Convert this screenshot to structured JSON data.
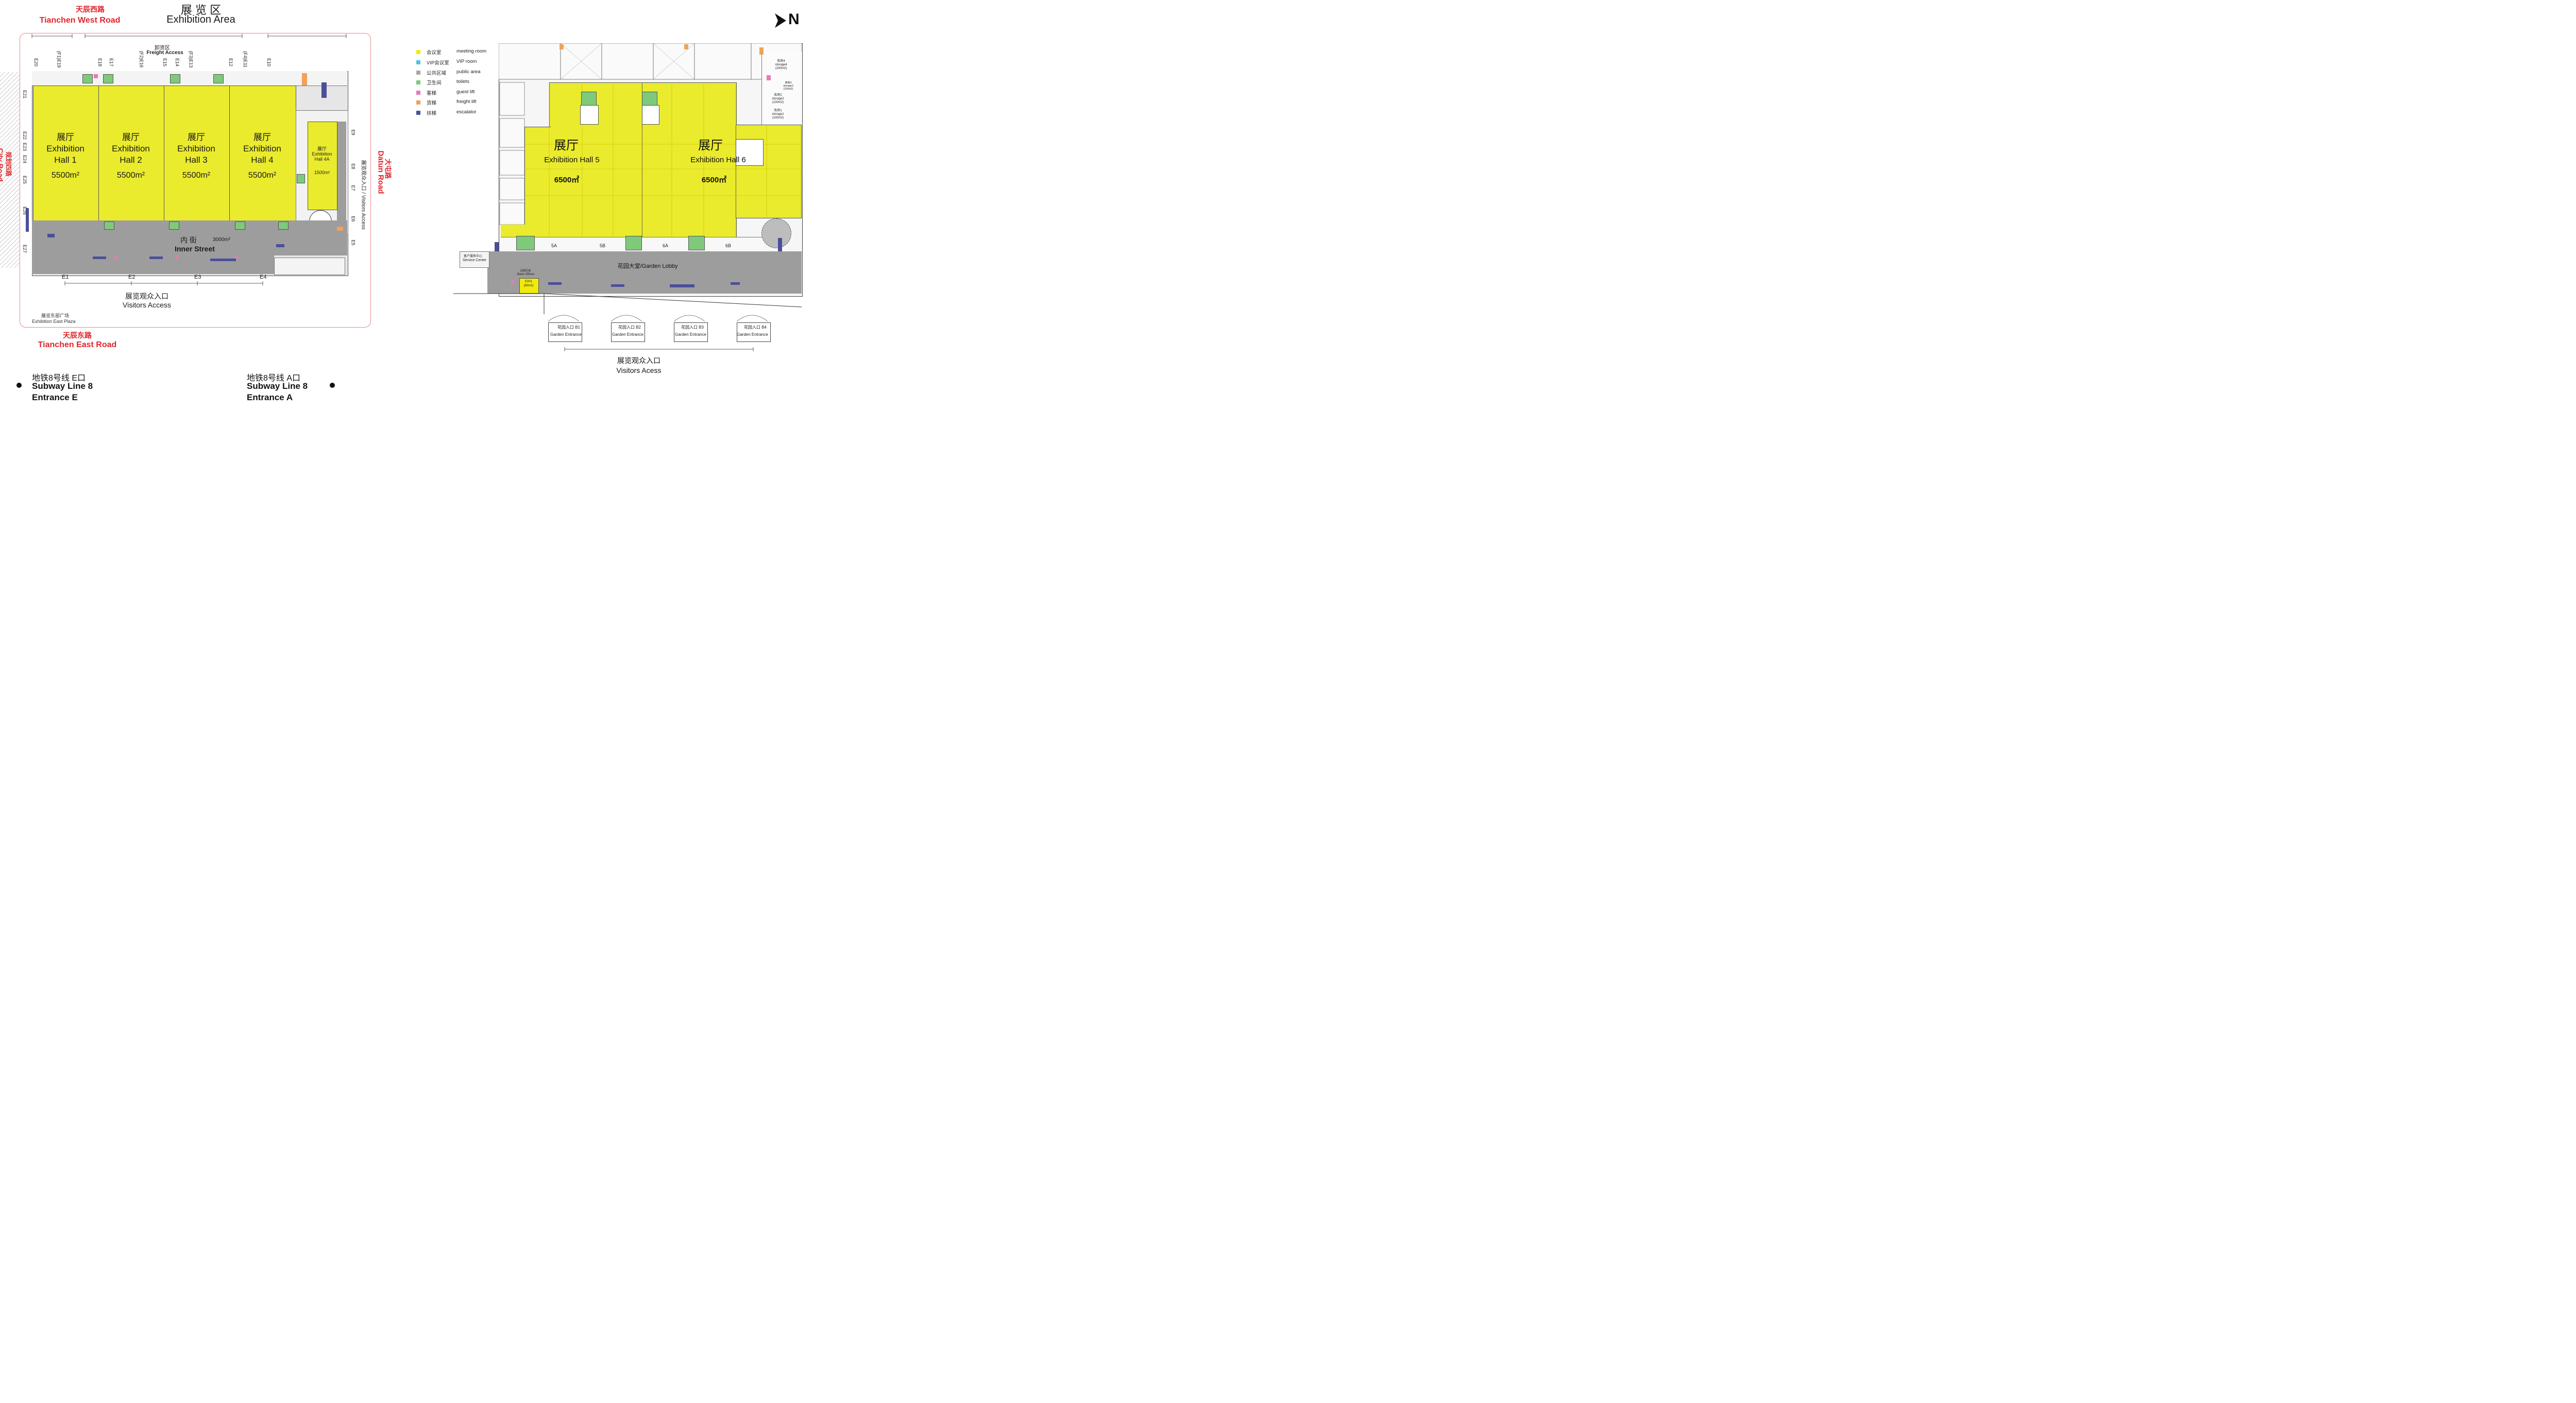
{
  "left_map": {
    "top_road_zh": "天辰西路",
    "top_road_en": "Tianchen West Road",
    "area_title_zh": "展 览 区",
    "area_title_en": "Exhibition Area",
    "freight_zh": "卸货区",
    "freight_en": "Freight Access",
    "west_road_zh": "规划四路",
    "west_road_en": "City Road",
    "east_road_zh": "大屯路",
    "east_road_en": "Datun Road",
    "east_access": "展览观众入口 / Visitors Access",
    "halls": [
      {
        "zh": "展厅",
        "en1": "Exhibition",
        "en2": "Hall 1",
        "area": "5500m²"
      },
      {
        "zh": "展厅",
        "en1": "Exhibition",
        "en2": "Hall 2",
        "area": "5500m²"
      },
      {
        "zh": "展厅",
        "en1": "Exhibition",
        "en2": "Hall 3",
        "area": "5500m²"
      },
      {
        "zh": "展厅",
        "en1": "Exhibition",
        "en2": "Hall 4",
        "area": "5500m²"
      }
    ],
    "hall4a": {
      "zh": "展厅",
      "en1": "Exhibition",
      "en2": "Hall 4A",
      "area": "1500m²"
    },
    "inner_street_zh": "内 街",
    "inner_street_area": "3000m²",
    "inner_street_en": "Inner Street",
    "top_gates": [
      "E20",
      "(F1)E19",
      "E18",
      "E17",
      "(F2)E16",
      "E15",
      "E14",
      "(F3)E13",
      "E12",
      "(F4)E11",
      "E10"
    ],
    "west_gates": [
      "E21",
      "E22",
      "E23",
      "E24",
      "E25",
      "E26",
      "E27"
    ],
    "east_gates": [
      "E9",
      "E8",
      "E7",
      "E6",
      "E5"
    ],
    "bottom_gates": [
      "E1",
      "E2",
      "E3",
      "E4"
    ],
    "visitors_zh": "展览观众入口",
    "visitors_en": "Visitors Access",
    "plaza_zh": "展览东部广场",
    "plaza_en": "Exhibition East Plaza",
    "bottom_road_zh": "天辰东路",
    "bottom_road_en": "Tianchen East Road"
  },
  "subway": {
    "e_zh": "地铁8号线 E口",
    "e_en1": "Subway Line 8",
    "e_en2": "Entrance E",
    "a_zh": "地铁8号线 A口",
    "a_en1": "Subway Line 8",
    "a_en2": "Entrance A"
  },
  "legend": [
    {
      "zh": "会议室",
      "en": "meeting room",
      "color": "#f2ea0c"
    },
    {
      "zh": "VIP会议室",
      "en": "VIP room",
      "color": "#4fc3e8"
    },
    {
      "zh": "公共区域",
      "en": "public area",
      "color": "#a8a8a8"
    },
    {
      "zh": "卫生间",
      "en": "toilets",
      "color": "#7fc97a"
    },
    {
      "zh": "客梯",
      "en": "guest lift",
      "color": "#e97ab5"
    },
    {
      "zh": "货梯",
      "en": "freight lift",
      "color": "#f0a259"
    },
    {
      "zh": "扶梯",
      "en": "escalator",
      "color": "#4b4f9a"
    }
  ],
  "right_map": {
    "north": "N",
    "hall5": {
      "zh": "展厅",
      "en": "Exhibition Hall 5",
      "area": "6500㎡"
    },
    "hall6": {
      "zh": "展厅",
      "en": "Exhibition Hall 6",
      "area": "6500㎡"
    },
    "rooms": [
      "5A",
      "5B",
      "6A",
      "6B"
    ],
    "garden_lobby": "花园大堂/Garden Lobby",
    "service_zh": "客户服务中心",
    "service_en": "Service Center",
    "back_offices_zh": "后勤区域",
    "back_offices_en": "Back Offices",
    "e001": "E001",
    "e001_area": "(60m2)",
    "storage": [
      {
        "zh": "库房4",
        "en": "storage4",
        "area": "(240m2)"
      },
      {
        "zh": "库房3",
        "en": "storage3",
        "area": "(150m2)"
      },
      {
        "zh": "库房2",
        "en": "storage2",
        "area": "(130m2)"
      },
      {
        "zh": "库房1",
        "en": "storage1",
        "area": "(140m2)"
      }
    ],
    "garden_entrances": [
      {
        "zh": "花园入口 B1",
        "en": "Garden Entrance"
      },
      {
        "zh": "花园入口 B2",
        "en": "Garden Entrance"
      },
      {
        "zh": "花园入口 B3",
        "en": "Garden Entrance"
      },
      {
        "zh": "花园入口 B4",
        "en": "Garden Entrance"
      }
    ],
    "visitors_zh": "展览观众入口",
    "visitors_en": "Visitors Acess"
  },
  "colors": {
    "hall": "#eaeb2c",
    "public": "#9d9d9d",
    "toilet": "#7fc97a",
    "road_red": "#e0252a"
  }
}
